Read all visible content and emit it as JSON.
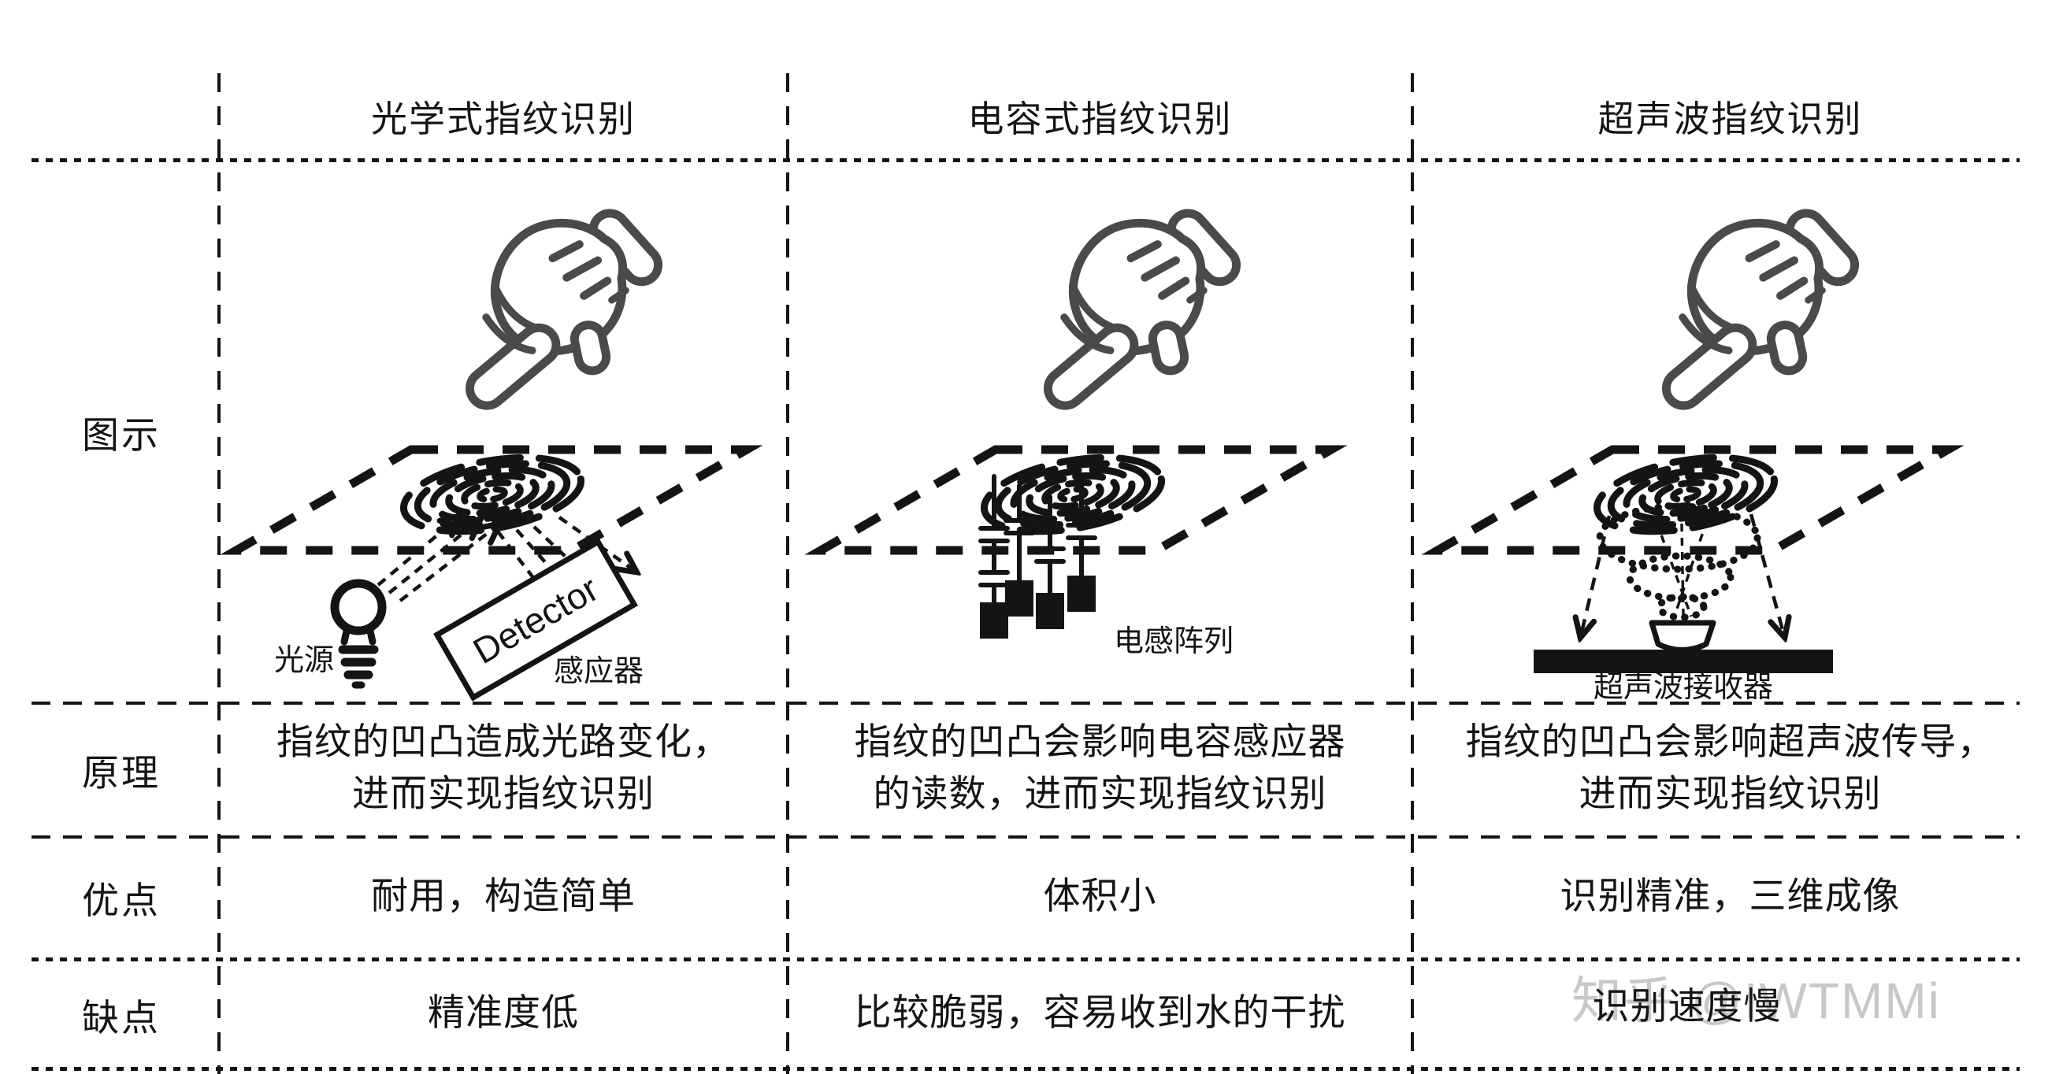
{
  "rows": {
    "illustration": "图示",
    "principle": "原理",
    "pros": "优点",
    "cons": "缺点"
  },
  "columns": [
    {
      "header": "光学式指纹识别",
      "principle_line1": "指纹的凹凸造成光路变化，",
      "principle_line2": "进而实现指纹识别",
      "pros": "耐用，构造简单",
      "cons": "精准度低",
      "diagram": {
        "light_source_label": "光源",
        "detector_label": "Detector",
        "sensor_label": "感应器"
      }
    },
    {
      "header": "电容式指纹识别",
      "principle_line1": "指纹的凹凸会影响电容感应器",
      "principle_line2": "的读数，进而实现指纹识别",
      "pros": "体积小",
      "cons": "比较脆弱，容易收到水的干扰",
      "diagram": {
        "array_label": "电感阵列"
      }
    },
    {
      "header": "超声波指纹识别",
      "principle_line1": "指纹的凹凸会影响超声波传导，",
      "principle_line2": "进而实现指纹识别",
      "pros": "识别精准，三维成像",
      "cons": "识别速度慢",
      "diagram": {
        "receiver_label": "超声波接收器"
      }
    }
  ],
  "watermark": "知乎 @IWTMMi",
  "colors": {
    "line": "#141414",
    "text": "#141414",
    "hand_stroke": "#4a4a4a",
    "watermark": "#c8c8c8"
  }
}
